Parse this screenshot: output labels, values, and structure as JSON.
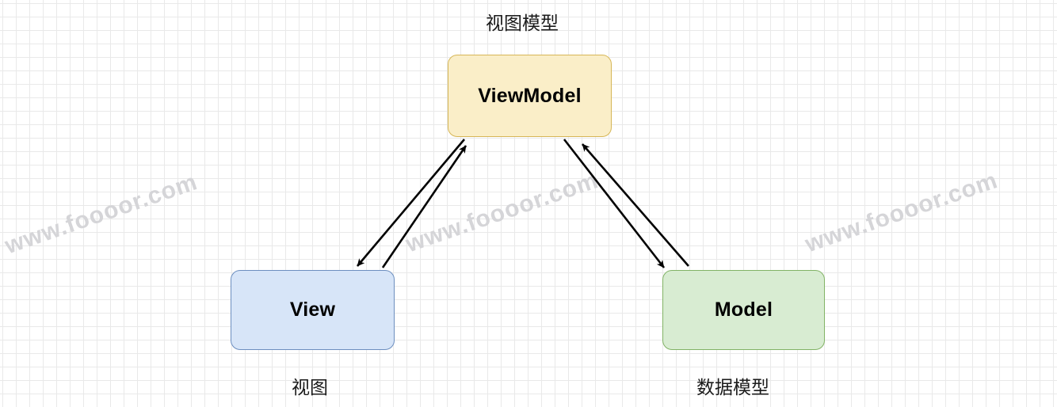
{
  "diagram": {
    "title": "视图模型",
    "nodes": [
      {
        "id": "viewmodel",
        "label": "ViewModel",
        "caption": "视图模型",
        "fill": "#faeec8",
        "stroke": "#d6b656"
      },
      {
        "id": "view",
        "label": "View",
        "caption": "视图",
        "fill": "#d7e5f8",
        "stroke": "#6c8ebf"
      },
      {
        "id": "model",
        "label": "Model",
        "caption": "数据模型",
        "fill": "#d8ecd2",
        "stroke": "#82b366"
      }
    ],
    "edges": [
      {
        "id": "vm-to-view",
        "from": "viewmodel",
        "to": "view",
        "direction": "forward",
        "color": "#000000"
      },
      {
        "id": "view-to-vm",
        "from": "view",
        "to": "viewmodel",
        "direction": "forward",
        "color": "#000000"
      },
      {
        "id": "vm-to-model",
        "from": "viewmodel",
        "to": "model",
        "direction": "forward",
        "color": "#000000"
      },
      {
        "id": "model-to-vm",
        "from": "model",
        "to": "viewmodel",
        "direction": "forward",
        "color": "#000000"
      }
    ],
    "watermarks": [
      {
        "text": "www.foooor.com"
      },
      {
        "text": "www.foooor.com"
      },
      {
        "text": "www.foooor.com"
      }
    ],
    "grid": {
      "minor_color": "#e9e9e9",
      "major_color": "#bdbdbd"
    },
    "background": "#ffffff"
  }
}
